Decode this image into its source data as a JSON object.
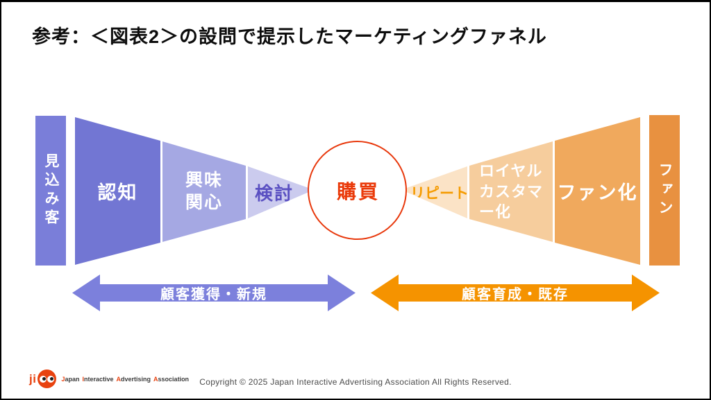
{
  "title": "参考：＜図表2＞の設問で提示したマーケティングファネル",
  "funnel": {
    "prospect_bar_label": "見込み客",
    "fan_bar_label": "ファン",
    "purchase_label": "購買",
    "stage_awareness": "認知",
    "stage_interest_lines": [
      "興味",
      "関心"
    ],
    "stage_consideration": "検討",
    "stage_repeat": "リピート",
    "stage_loyal_lines": [
      "ロイヤル",
      "カスタマ",
      "ー化"
    ],
    "stage_fan_conversion": "ファン化"
  },
  "arrows": {
    "left_label": "顧客獲得・新規",
    "right_label": "顧客育成・既存"
  },
  "footer": {
    "logo_ji": "ji",
    "logo_words": [
      [
        "J",
        "apan"
      ],
      [
        "I",
        "nteractive"
      ],
      [
        "A",
        "dvertising"
      ],
      [
        "A",
        "ssociation"
      ]
    ],
    "copyright": "Copyright © 2025 Japan Interactive Advertising Association All Rights Reserved."
  },
  "colors": {
    "prospect_bar": "#7a7ed9",
    "stage_ninchi": "#7276d3",
    "stage_kyomi": "#a5a8e3",
    "stage_kento": "#cbcbee",
    "stage_kento_text": "#5a50c2",
    "stage_repeat": "#fbe3c6",
    "stage_repeat_text": "#f59b00",
    "stage_royal": "#f6cd9d",
    "stage_fanka": "#f0a95d",
    "fan_bar": "#e89140",
    "circle_border": "#e8380c",
    "circle_text": "#ea3a0a",
    "arrow_left": "#7c80dc",
    "arrow_right": "#f59300",
    "logo_accent": "#e8420f"
  }
}
